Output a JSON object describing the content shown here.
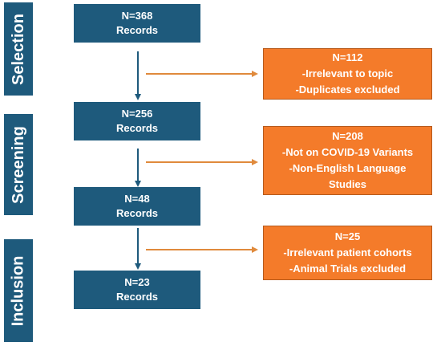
{
  "stages": [
    {
      "label": "Selection"
    },
    {
      "label": "Screening"
    },
    {
      "label": "Inclusion"
    }
  ],
  "records": [
    {
      "count": "N=368",
      "label": "Records"
    },
    {
      "count": "N=256",
      "label": "Records"
    },
    {
      "count": "N=48",
      "label": "Records"
    },
    {
      "count": "N=23",
      "label": "Records"
    }
  ],
  "exclusions": [
    {
      "count": "N=112",
      "lines": [
        "-Irrelevant to topic",
        "-Duplicates excluded"
      ]
    },
    {
      "count": "N=208",
      "lines": [
        "-Not on COVID-19 Variants",
        "-Non-English Language",
        "Studies"
      ]
    },
    {
      "count": "N=25",
      "lines": [
        "-Irrelevant patient cohorts",
        "-Animal Trials excluded"
      ]
    }
  ],
  "colors": {
    "stage": "#1e5a7c",
    "record_box": "#1e5a7c",
    "exclusion_box": "#f47b2a",
    "arrow_down": "#1e5a7c",
    "arrow_right": "#e08a3c"
  }
}
